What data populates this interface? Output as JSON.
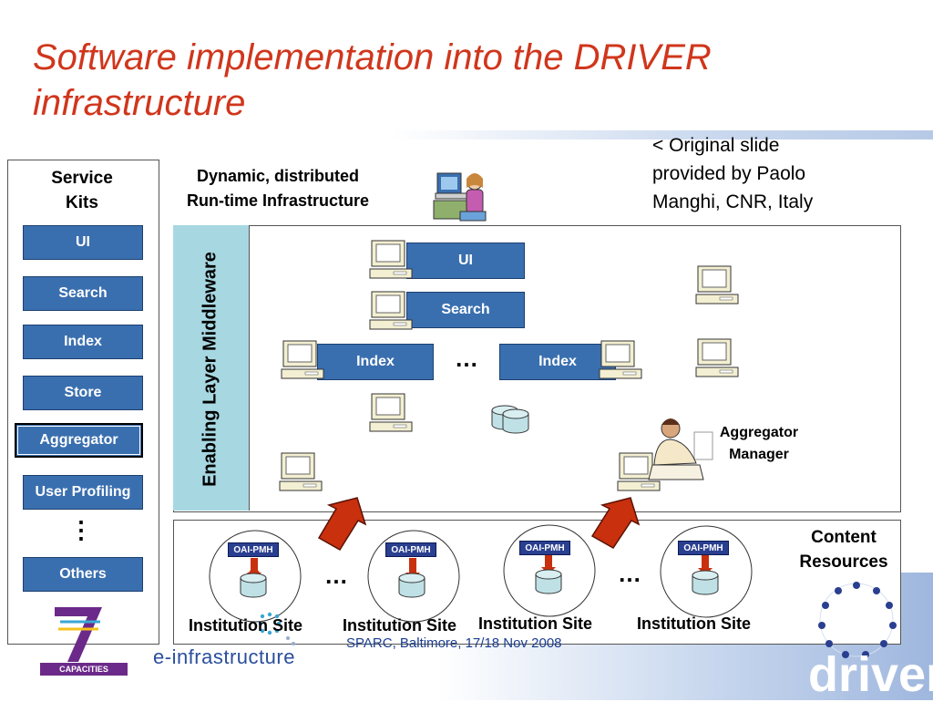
{
  "slide": {
    "title_line1": "Software implementation into the DRIVER",
    "title_line2": "infrastructure",
    "note_line1": "< Original slide",
    "note_line2": "provided by Paolo",
    "note_line3": "Manghi, CNR, Italy",
    "footer": "SPARC, Baltimore, 17/18 Nov 2008"
  },
  "service_kits": {
    "title_line1": "Service",
    "title_line2": "Kits",
    "items": [
      "UI",
      "Search",
      "Index",
      "Store",
      "Aggregator",
      "User Profiling",
      "Others"
    ],
    "ellipsis": "⋮"
  },
  "runtime": {
    "title_line1": "Dynamic, distributed",
    "title_line2": "Run-time Infrastructure",
    "middleware_label": "Enabling Layer Middleware",
    "services": {
      "ui": "UI",
      "search": "Search",
      "index_a": "Index",
      "index_b": "Index"
    },
    "ellipsis": "…",
    "aggregator_manager_line1": "Aggregator",
    "aggregator_manager_line2": "Manager"
  },
  "content": {
    "title_line1": "Content",
    "title_line2": "Resources",
    "oai_label": "OAI-PMH",
    "site_labels": [
      "Institution Site",
      "Institution Site",
      "Institution Site",
      "Institution Site"
    ],
    "ellipsis": "…"
  },
  "logos": {
    "capacities": "CAPACITIES",
    "einfra_e": "e-",
    "einfra_rest": "infrastructure",
    "driver": "driver"
  },
  "colors": {
    "title": "#d0361c",
    "service_box": "#3a6faf",
    "middleware": "#a7d8e2",
    "arrow": "#c8300e",
    "oai_box": "#2a3f8f",
    "footer": "#1a3c8f"
  }
}
